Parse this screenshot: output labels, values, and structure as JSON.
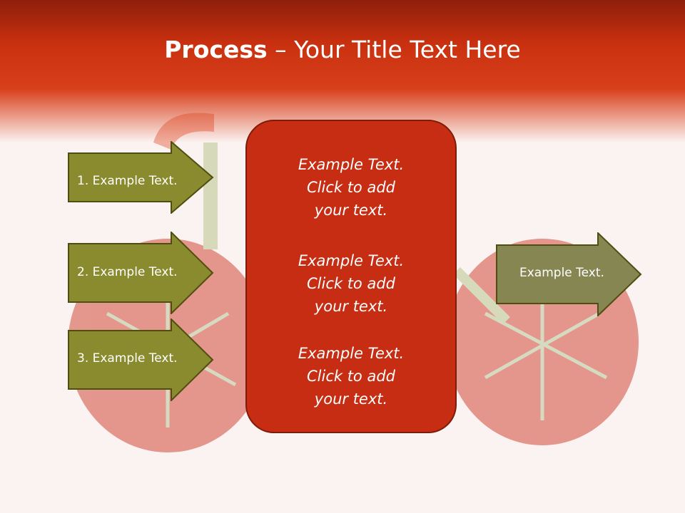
{
  "title": {
    "bold": "Process",
    "dash": " – ",
    "rest": "Your Title Text Here"
  },
  "left_arrows": [
    {
      "label": "1. Example Text."
    },
    {
      "label": "2. Example Text."
    },
    {
      "label": "3. Example Text."
    }
  ],
  "center_blocks": [
    {
      "line1": "Example Text.",
      "line2": "Click  to add",
      "line3": "your text."
    },
    {
      "line1": "Example Text.",
      "line2": "Click  to add",
      "line3": "your text."
    },
    {
      "line1": "Example Text.",
      "line2": "Click  to add",
      "line3": "your text."
    }
  ],
  "right_arrow": {
    "label": "Example Text."
  },
  "colors": {
    "header": "#c8300f",
    "arrow_olive": "#8a8a2e",
    "arrow_right": "#868653",
    "center_box": "#c62d13"
  }
}
